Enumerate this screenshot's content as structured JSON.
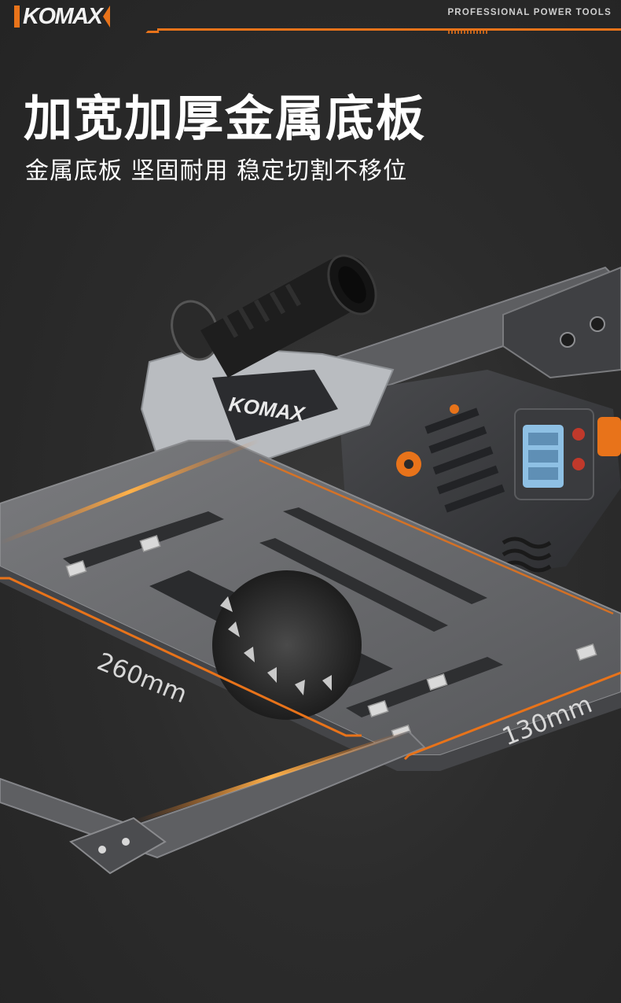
{
  "header": {
    "brand": "KOMAX",
    "tagline": "PROFESSIONAL POWER TOOLS"
  },
  "title": "加宽加厚金属底板",
  "subtitle": "金属底板 坚固耐用 稳定切割不移位",
  "product": {
    "handle_brand": "KOMAX",
    "dimensions": {
      "length": "260mm",
      "width": "130mm"
    }
  },
  "colors": {
    "accent": "#e8731a",
    "background": "#2a2a2a",
    "plate": "#6e6f72",
    "text": "#ffffff"
  }
}
